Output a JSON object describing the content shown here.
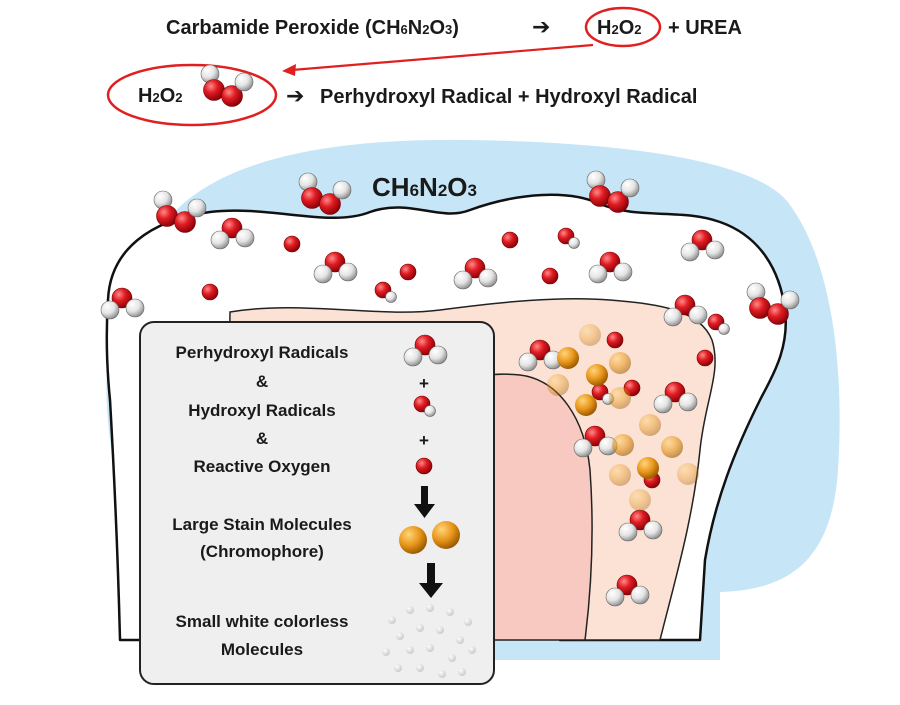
{
  "equation1": {
    "reactant": "Carbamide Peroxide (CH",
    "sub1": "6",
    "mid1": "N",
    "sub2": "2",
    "mid2": "O",
    "sub3": "3",
    "close": ")",
    "arrow": "➔",
    "product_h": "H",
    "product_sub1": "2",
    "product_o": "O",
    "product_sub2": "2",
    "plus_urea": "+ UREA"
  },
  "equation2": {
    "h": "H",
    "sub1": "2",
    "o": "O",
    "sub2": "2",
    "arrow": "➔",
    "products": "Perhydroxyl Radical + Hydroxyl Radical"
  },
  "formula_label": {
    "c": "CH",
    "s1": "6",
    "n": "N",
    "s2": "2",
    "o": "O",
    "s3": "3"
  },
  "legend": {
    "perhydroxyl": "Perhydroxyl Radicals",
    "amp1": "&",
    "hydroxyl": "Hydroxyl Radicals",
    "amp2": "&",
    "reactive": "Reactive Oxygen",
    "plus1": "+",
    "plus2": "+",
    "stain_line1": "Large Stain Molecules",
    "stain_line2": "(Chromophore)",
    "small_line1": "Small white colorless",
    "small_line2": "Molecules"
  },
  "colors": {
    "gel_blue": "#c6e6f7",
    "enamel": "#ffffff",
    "dentin": "#fbe2d4",
    "pulp": "#f7c9c0",
    "oxygen": "#d8141b",
    "hydrogen": "#e6e6e6",
    "chromophore": "#e59a1a",
    "highlight_ring": "#e02020",
    "legend_bg": "#efefef"
  },
  "icons": {
    "reaction_arrow": "arrow-right-icon",
    "down_arrow": "arrow-down-icon"
  }
}
